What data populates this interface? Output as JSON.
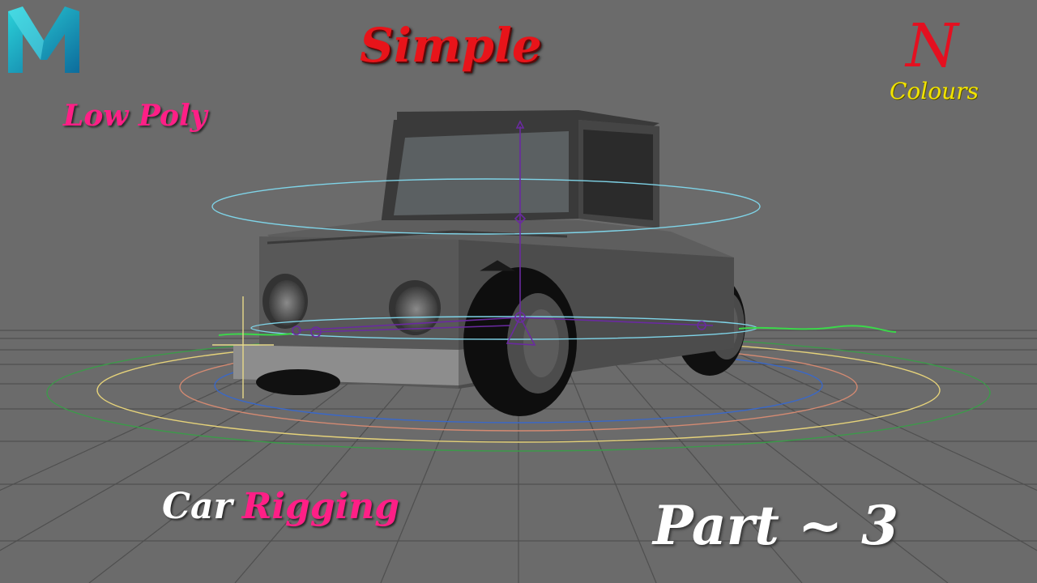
{
  "title": "Simple",
  "subtitle": "Low Poly",
  "caption": {
    "car": "Car",
    "rigging": "Rigging"
  },
  "part_label": "Part ~ 3",
  "brand": {
    "letter": "N",
    "word": "Colours"
  },
  "logo_letter": "M",
  "colors": {
    "background": "#6b6b6b",
    "title_red": "#e8141a",
    "pink": "#ff1f86",
    "white": "#ffffff",
    "brand_yellow": "#f2e400",
    "maya_teal": "#1fb3c8",
    "rig_purple": "#6a2aa0",
    "ctrl_cyan": "#7fd4e8",
    "ctrl_green": "#3bd84a"
  },
  "icons": [
    "maya-logo-icon",
    "brand-logo-icon"
  ]
}
